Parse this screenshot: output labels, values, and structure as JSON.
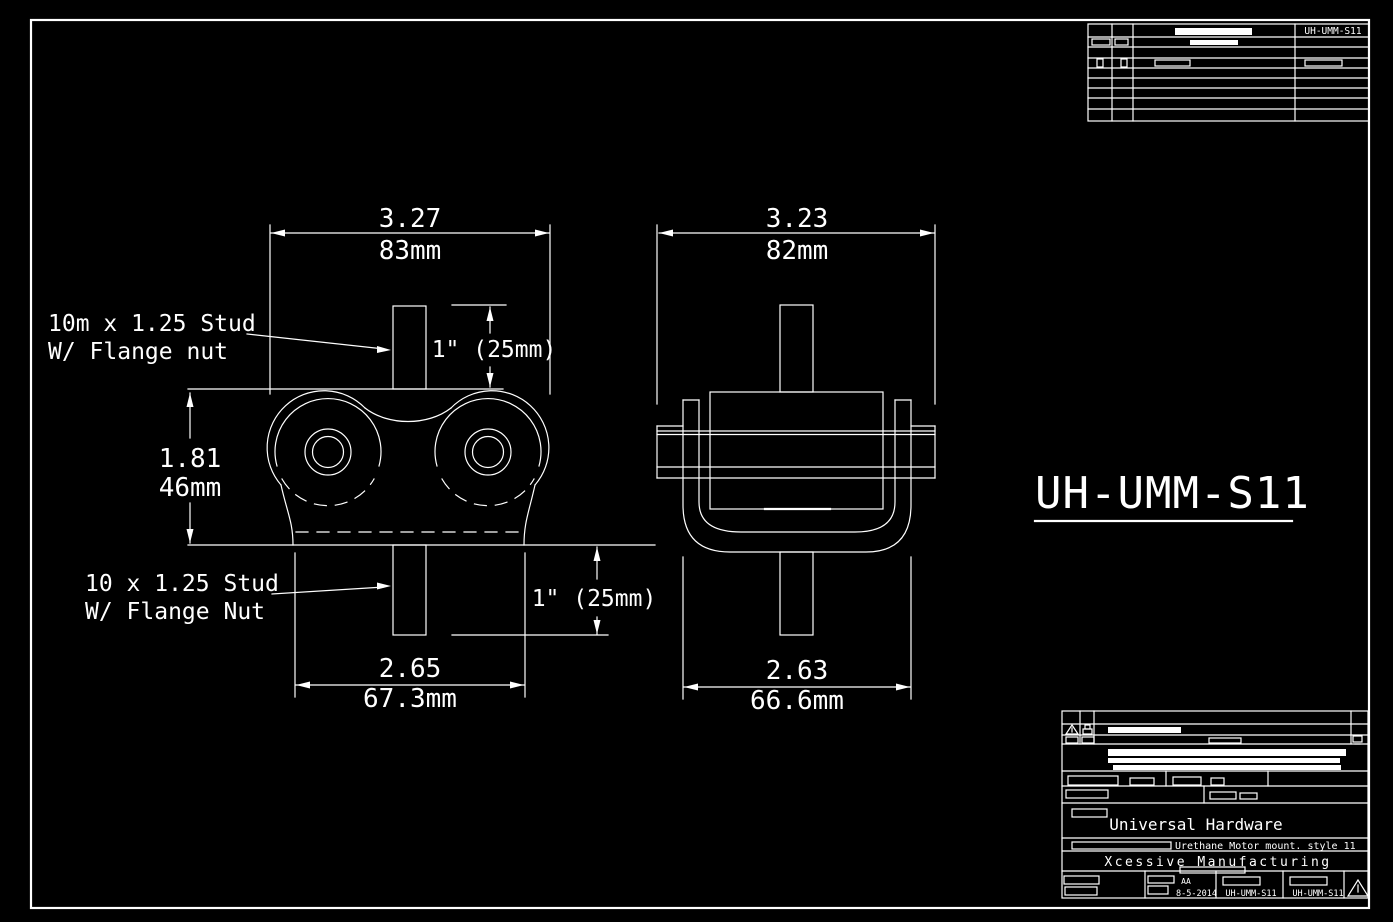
{
  "colors": {
    "background": "#000000",
    "line": "#ffffff"
  },
  "part_label": {
    "text": "UH-UMM-S11"
  },
  "top_block": {
    "part_number": "UH-UMM-S11"
  },
  "annotations": {
    "top_stud_line1": "10m x 1.25 Stud",
    "top_stud_line2": "W/ Flange nut",
    "bottom_stud_line1": "10 x 1.25 Stud",
    "bottom_stud_line2": "W/ Flange Nut"
  },
  "dimensions": {
    "front_overall_width_in": "3.27",
    "front_overall_width_mm": "83mm",
    "side_overall_width_in": "3.23",
    "side_overall_width_mm": "82mm",
    "front_height_in": "1.81",
    "front_height_mm": "46mm",
    "top_stud_length": "1\" (25mm)",
    "bottom_stud_length": "1\" (25mm)",
    "front_base_width_in": "2.65",
    "front_base_width_mm": "67.3mm",
    "side_base_width_in": "2.63",
    "side_base_width_mm": "66.6mm"
  },
  "title_block": {
    "company": "Universal Hardware",
    "part_description": "Urethane Motor mount. style 11",
    "manufacturer": "Xcessive Manufacturing",
    "drafter_initials": "AA",
    "date": "8-5-2014",
    "drawing_number": "UH-UMM-S11",
    "sheet_id": "UH-UMM-S11"
  },
  "icons": {
    "warning_triangle": "triangle-with-exclamation",
    "printer": "small-printer-glyph",
    "plot_stamp": "small-plotter-glyph"
  }
}
